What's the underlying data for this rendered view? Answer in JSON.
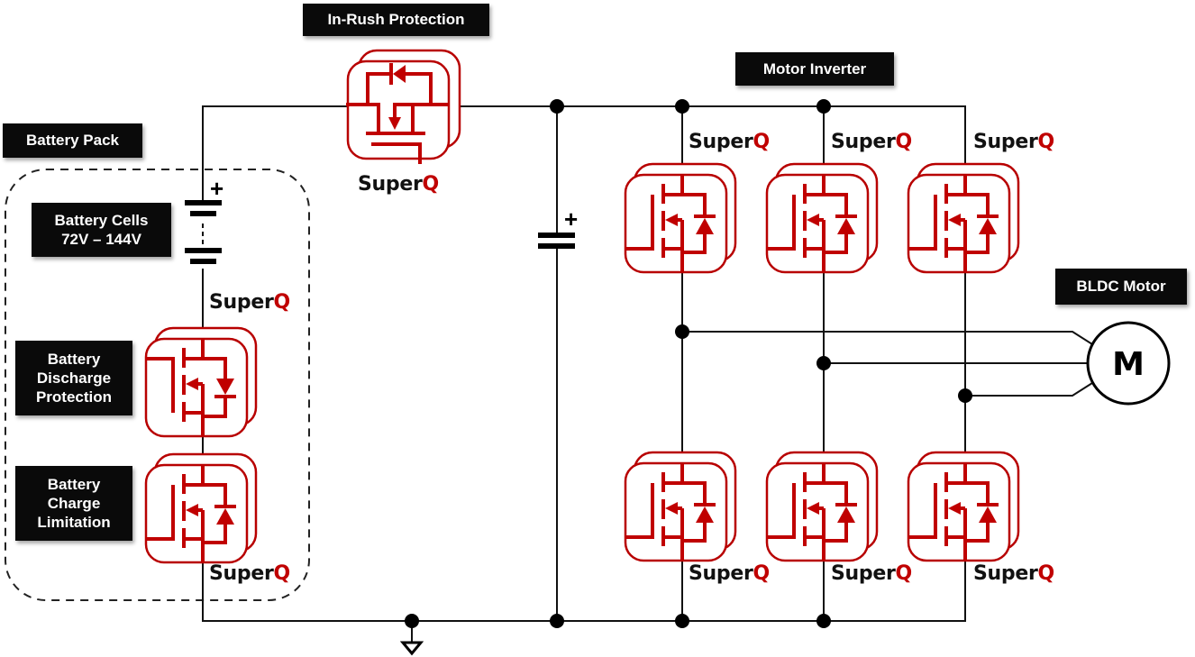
{
  "diagram": {
    "title_labels": {
      "in_rush": "In-Rush Protection",
      "motor_inverter": "Motor Inverter",
      "battery_pack": "Battery Pack",
      "battery_cells_line1": "Battery Cells",
      "battery_cells_line2": "72V – 144V",
      "discharge_line1": "Battery",
      "discharge_line2": "Discharge",
      "discharge_line3": "Protection",
      "charge_line1": "Battery",
      "charge_line2": "Charge",
      "charge_line3": "Limitation",
      "bldc_motor": "BLDC Motor"
    },
    "brand": {
      "prefix": "Super",
      "suffix": "Q",
      "accent_color": "#c00000"
    },
    "symbols": {
      "battery_polarity": "+",
      "capacitor_polarity": "+",
      "motor_letter": "M"
    },
    "components": [
      {
        "id": "inrush-mosfet",
        "role": "In-Rush Protection",
        "brand": "SuperQ"
      },
      {
        "id": "discharge-mosfet",
        "role": "Battery Discharge Protection",
        "brand": "SuperQ"
      },
      {
        "id": "charge-mosfet",
        "role": "Battery Charge Limitation",
        "brand": "SuperQ"
      },
      {
        "id": "inverter-high-1",
        "role": "Motor Inverter high-side phase 1",
        "brand": "SuperQ"
      },
      {
        "id": "inverter-high-2",
        "role": "Motor Inverter high-side phase 2",
        "brand": "SuperQ"
      },
      {
        "id": "inverter-high-3",
        "role": "Motor Inverter high-side phase 3",
        "brand": "SuperQ"
      },
      {
        "id": "inverter-low-1",
        "role": "Motor Inverter low-side phase 1",
        "brand": "SuperQ"
      },
      {
        "id": "inverter-low-2",
        "role": "Motor Inverter low-side phase 2",
        "brand": "SuperQ"
      },
      {
        "id": "inverter-low-3",
        "role": "Motor Inverter low-side phase 3",
        "brand": "SuperQ"
      }
    ],
    "colors": {
      "wire": "#111111",
      "label_bg": "#0a0a0a",
      "label_text": "#ffffff",
      "mosfet": "#c00000"
    }
  }
}
